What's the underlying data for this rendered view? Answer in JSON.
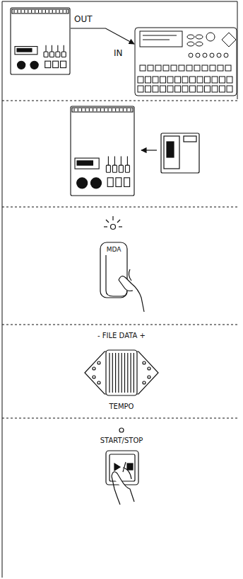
{
  "diagram": {
    "nodes": [
      {
        "text": [
          "OUT"
        ]
      },
      {
        "text": [
          "IN"
        ]
      }
    ],
    "edges": [
      {
        "from": 0,
        "to": 1,
        "arrow": "to"
      }
    ],
    "labels": [
      "MDA",
      "- FILE DATA +",
      "TEMPO",
      "START/STOP"
    ]
  }
}
